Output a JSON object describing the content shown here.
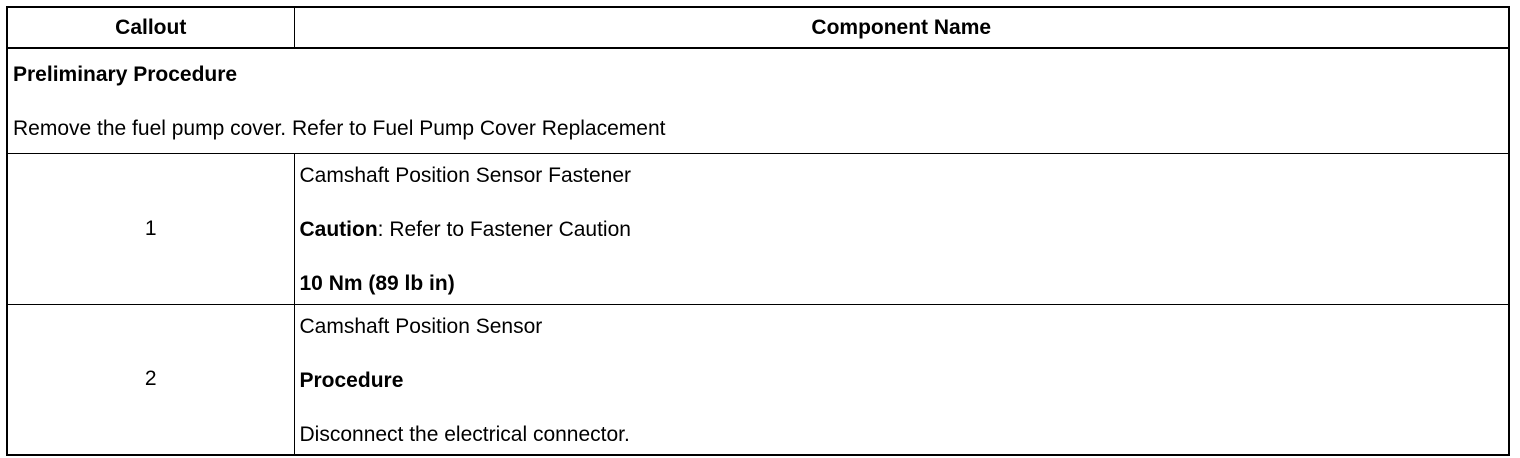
{
  "table": {
    "headers": {
      "callout": "Callout",
      "component_name": "Component Name"
    },
    "preliminary": {
      "heading": "Preliminary Procedure",
      "text": "Remove the fuel pump cover. Refer to Fuel Pump Cover Replacement"
    },
    "rows": [
      {
        "callout": "1",
        "name": "Camshaft Position Sensor Fastener",
        "caution_label": "Caution",
        "caution_text": ": Refer to Fastener Caution",
        "torque": "10 Nm (89 lb in)"
      },
      {
        "callout": "2",
        "name": "Camshaft Position Sensor",
        "procedure_label": "Procedure",
        "procedure_text": "Disconnect the electrical connector."
      }
    ]
  }
}
